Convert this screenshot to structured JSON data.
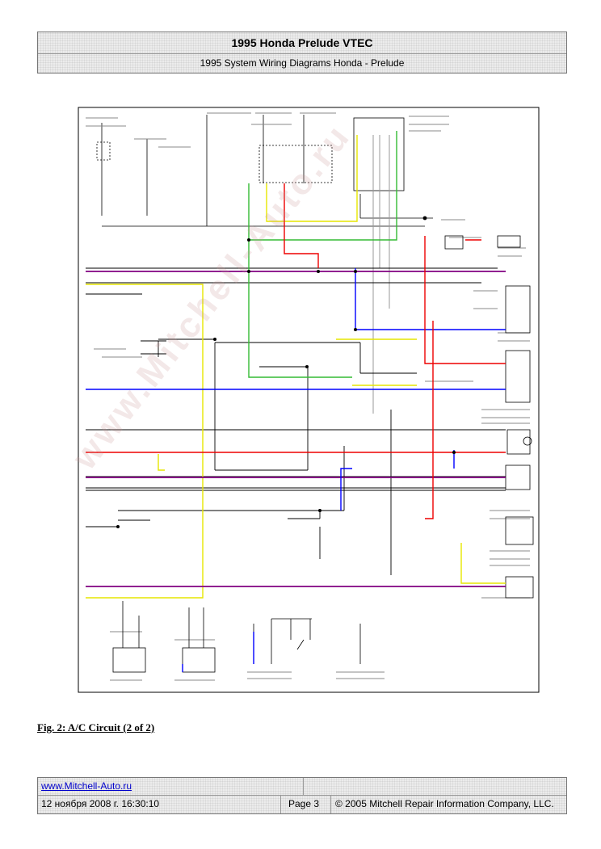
{
  "header": {
    "title": "1995 Honda Prelude VTEC",
    "subtitle": "1995 System Wiring Diagrams Honda - Prelude"
  },
  "figure": {
    "caption": "Fig. 2: A/C Circuit (2 of 2)",
    "watermark": "www.Mitchell-Auto.ru",
    "colors": {
      "black": "#000000",
      "yellow": "#e6e600",
      "green": "#33bb33",
      "purple": "#800080",
      "blue": "#0000ff",
      "red": "#ee0000",
      "gray": "#999999"
    }
  },
  "footer": {
    "site": "www.Mitchell-Auto.ru",
    "date": "12 ноября 2008 г. 16:30:10",
    "page": "Page 3",
    "copyright": "© 2005 Mitchell Repair Information Company, LLC."
  }
}
